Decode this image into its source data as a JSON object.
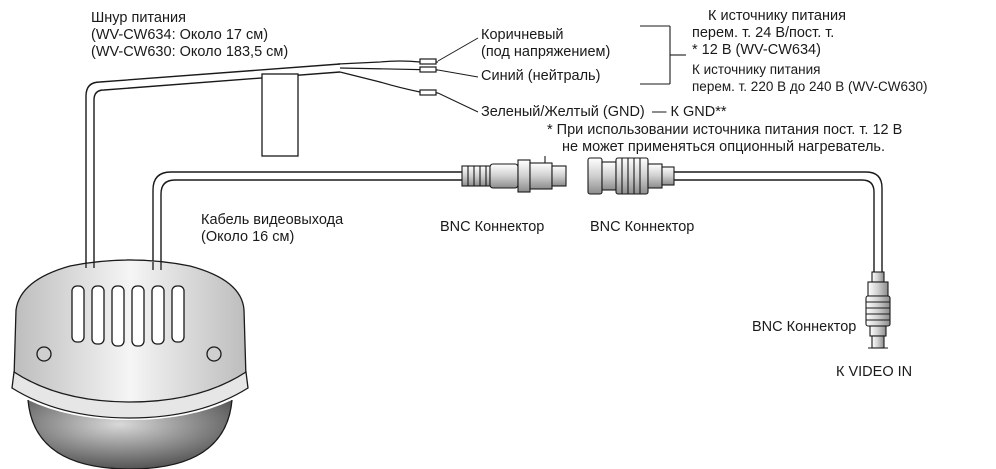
{
  "power_cord": {
    "title": "Шнур питания",
    "len_634": "(WV-CW634: Около 17 см)",
    "len_630": "(WV-CW630: Около 183,5 см)"
  },
  "wires": {
    "brown": "Коричневый",
    "brown_note": "(под напряжением)",
    "blue": "Синий (нейтраль)",
    "green_yellow": "Зеленый/Желтый (GND)",
    "to_gnd": "— К GND**"
  },
  "power_source": {
    "line1": "К источнику питания",
    "line2": "перем. т. 24 В/пост. т.",
    "line3": "* 12 В (WV-CW634)",
    "line4": "К источнику питания",
    "line5": "перем. т. 220 В до 240 В (WV-CW630)"
  },
  "footnote": {
    "line1": "*  При использовании источника питания пост. т. 12 В",
    "line2": "не может применяться опционный нагреватель."
  },
  "video_cable": {
    "title": "Кабель видеовыхода",
    "length": "(Около 16 см)"
  },
  "connectors": {
    "bnc_1": "BNC Коннектор",
    "bnc_2": "BNC Коннектор",
    "bnc_3": "BNC Коннектор"
  },
  "video_in": "К VIDEO IN"
}
